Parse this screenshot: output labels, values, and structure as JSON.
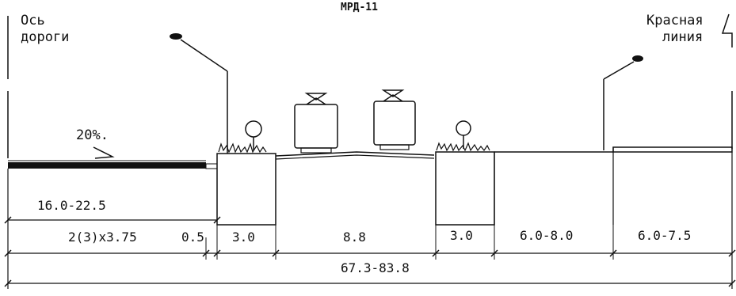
{
  "title": "МРД-11",
  "labels": {
    "road_axis_line1": "Ось",
    "road_axis_line2": "дороги",
    "red_line_line1": "Красная",
    "red_line_line2": "линия",
    "slope": "20%."
  },
  "dimensions": {
    "carriageway_total": "16.0-22.5",
    "lanes": "2(3)x3.75",
    "edge_strip": "0.5",
    "green_strip_left": "3.0",
    "tram_track": "8.8",
    "green_strip_right": "3.0",
    "segment_5": "6.0-8.0",
    "segment_6": "6.0-7.5",
    "overall_width": "67.3-83.8"
  }
}
